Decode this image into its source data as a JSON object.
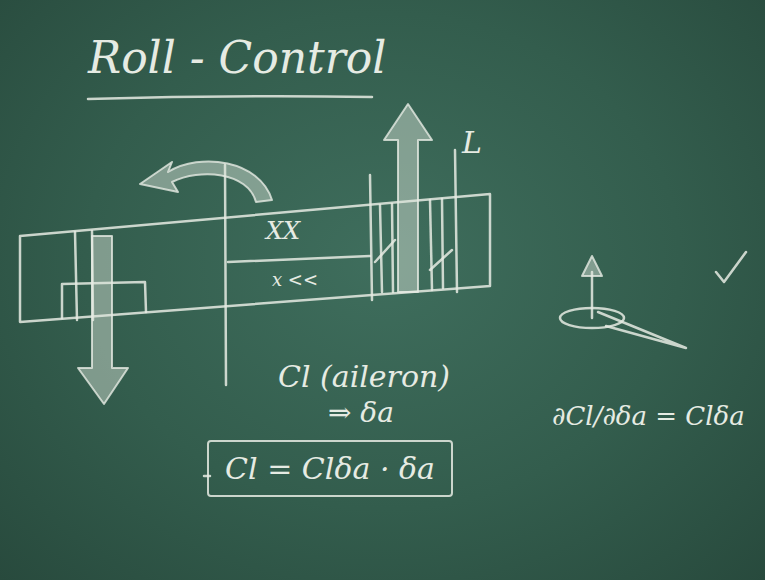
{
  "diagram": {
    "title": "Roll - Control",
    "nodes": [
      {
        "text": [
          "Cl = Clδa · δa"
        ]
      }
    ],
    "labels": [
      "L",
      "XX",
      "x <<",
      "Cl (aileron)",
      "⇒ δa",
      "∂Cl/∂δa = Clδa"
    ]
  }
}
